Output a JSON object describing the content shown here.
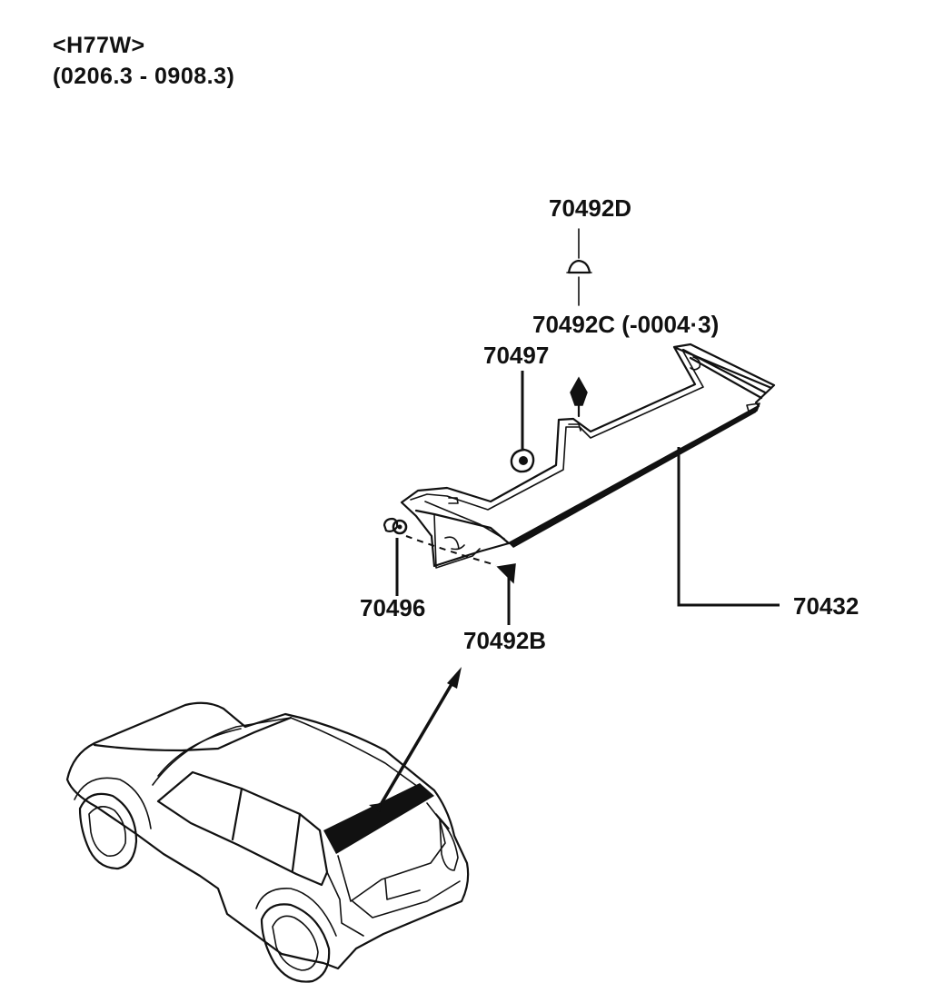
{
  "header": {
    "model": "<H77W>",
    "date_range": "(0206.3 - 0908.3)"
  },
  "parts": [
    {
      "id": "p-70492D",
      "label": "70492D"
    },
    {
      "id": "p-70492C",
      "label": "70492C (-0004·3)"
    },
    {
      "id": "p-70497",
      "label": "70497"
    },
    {
      "id": "p-70496",
      "label": "70496"
    },
    {
      "id": "p-70492B",
      "label": "70492B"
    },
    {
      "id": "p-70432",
      "label": "70432"
    }
  ]
}
